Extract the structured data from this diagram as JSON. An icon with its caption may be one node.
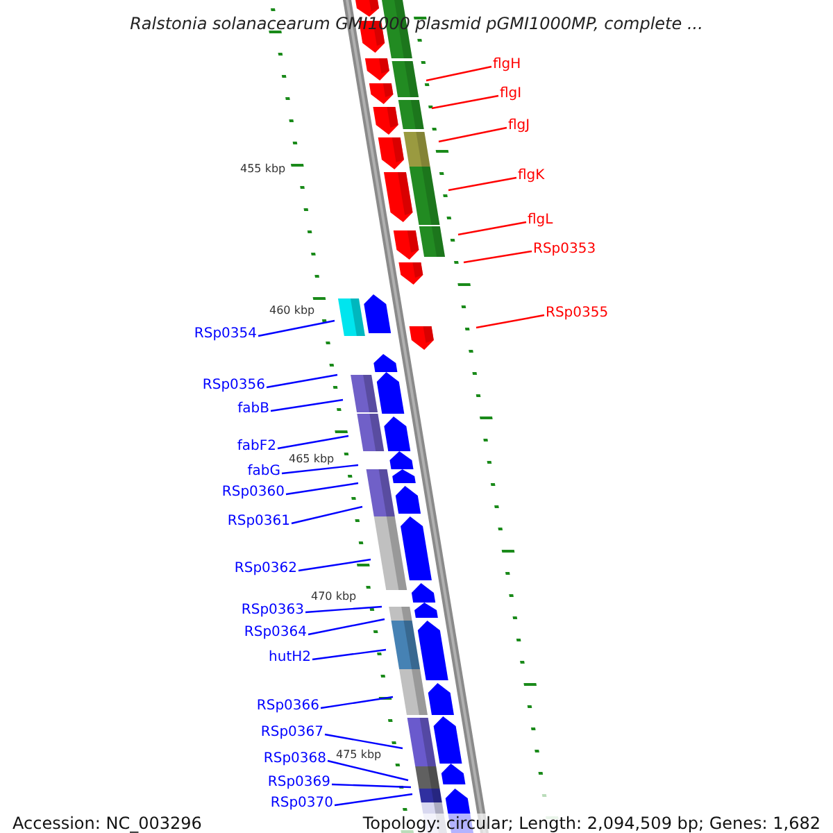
{
  "diagram": {
    "title": "Ralstonia solanacearum GMI1000 plasmid pGMI1000MP, complete ...",
    "nodes": [
      {
        "text": [
          "flgH"
        ]
      },
      {
        "text": [
          "flgI"
        ]
      },
      {
        "text": [
          "flgJ"
        ]
      },
      {
        "text": [
          "flgK"
        ]
      },
      {
        "text": [
          "flgL"
        ]
      },
      {
        "text": [
          "RSp0353"
        ]
      },
      {
        "text": [
          "RSp0355"
        ]
      },
      {
        "text": [
          "RSp0354"
        ]
      },
      {
        "text": [
          "RSp0356"
        ]
      },
      {
        "text": [
          "fabB"
        ]
      },
      {
        "text": [
          "fabF2"
        ]
      },
      {
        "text": [
          "fabG"
        ]
      },
      {
        "text": [
          "RSp0360"
        ]
      },
      {
        "text": [
          "RSp0361"
        ]
      },
      {
        "text": [
          "RSp0362"
        ]
      },
      {
        "text": [
          "RSp0363"
        ]
      },
      {
        "text": [
          "RSp0364"
        ]
      },
      {
        "text": [
          "hutH2"
        ]
      },
      {
        "text": [
          "RSp0366"
        ]
      },
      {
        "text": [
          "RSp0367"
        ]
      },
      {
        "text": [
          "RSp0368"
        ]
      },
      {
        "text": [
          "RSp0369"
        ]
      },
      {
        "text": [
          "RSp0370"
        ]
      }
    ],
    "edges": [
      {
        "from": 0,
        "to": null,
        "arrow": "none",
        "color": "#ff0000"
      },
      {
        "from": 1,
        "to": null,
        "arrow": "none",
        "color": "#ff0000"
      },
      {
        "from": 2,
        "to": null,
        "arrow": "none",
        "color": "#ff0000"
      },
      {
        "from": 3,
        "to": null,
        "arrow": "none",
        "color": "#ff0000"
      },
      {
        "from": 4,
        "to": null,
        "arrow": "none",
        "color": "#ff0000"
      },
      {
        "from": 5,
        "to": null,
        "arrow": "none",
        "color": "#ff0000"
      },
      {
        "from": 6,
        "to": null,
        "arrow": "none",
        "color": "#ff0000"
      },
      {
        "from": 7,
        "to": null,
        "arrow": "none"
      },
      {
        "from": 8,
        "to": null,
        "arrow": "none"
      },
      {
        "from": 9,
        "to": null,
        "arrow": "none"
      },
      {
        "from": 10,
        "to": null,
        "arrow": "none"
      },
      {
        "from": 11,
        "to": null,
        "arrow": "none"
      },
      {
        "from": 12,
        "to": null,
        "arrow": "none"
      },
      {
        "from": 13,
        "to": null,
        "arrow": "none"
      },
      {
        "from": 14,
        "to": null,
        "arrow": "none"
      },
      {
        "from": 15,
        "to": null,
        "arrow": "none"
      },
      {
        "from": 16,
        "to": null,
        "arrow": "none"
      },
      {
        "from": 17,
        "to": null,
        "arrow": "none"
      },
      {
        "from": 18,
        "to": null,
        "arrow": "none"
      },
      {
        "from": 19,
        "to": null,
        "arrow": "none"
      },
      {
        "from": 20,
        "to": null,
        "arrow": "none"
      },
      {
        "from": 21,
        "to": null,
        "arrow": "none"
      },
      {
        "from": 22,
        "to": null,
        "arrow": "none"
      }
    ],
    "labels": [
      "455 kbp",
      "460 kbp",
      "465 kbp",
      "470 kbp",
      "475 kbp",
      "Accession: NC_003296",
      "Topology: circular; Length: 2,094,509 bp; Genes: 1,682"
    ]
  }
}
